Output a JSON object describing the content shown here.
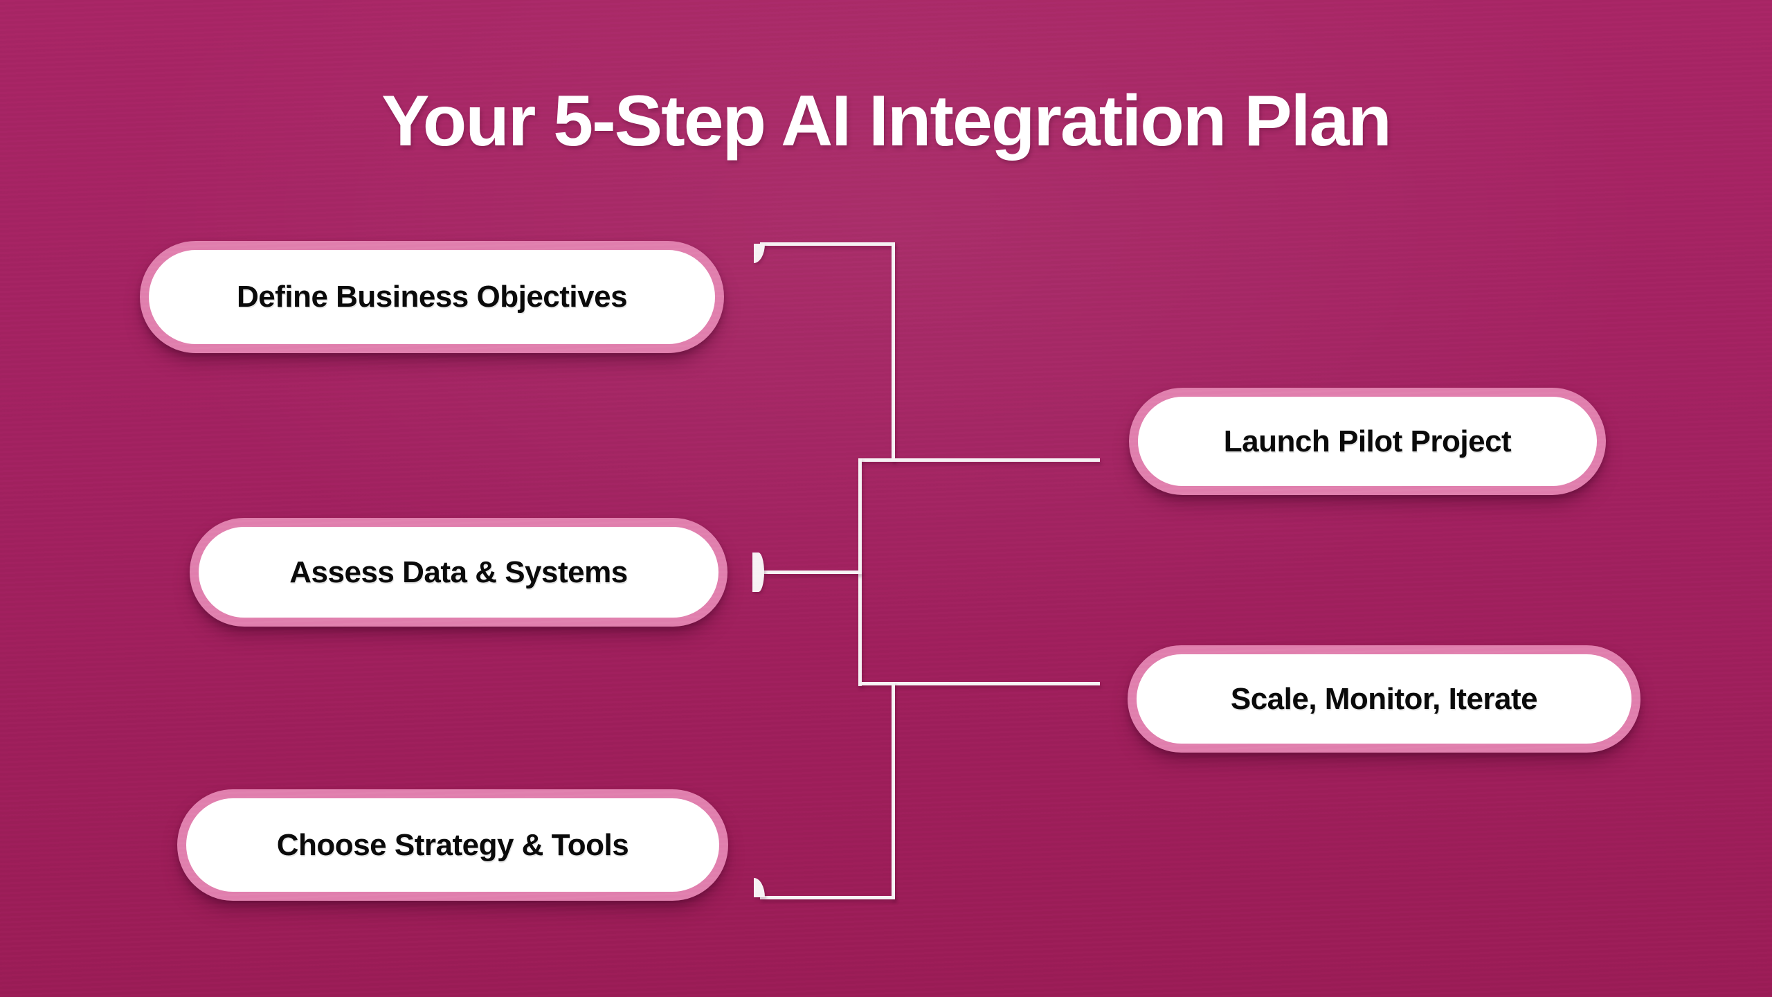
{
  "title": "Your 5-Step AI Integration Plan",
  "diagram": {
    "type": "flowchart",
    "steps": [
      {
        "id": "define-business-objectives",
        "label": "Define Business Objectives",
        "column": "left",
        "order": 1
      },
      {
        "id": "assess-data-systems",
        "label": "Assess Data & Systems",
        "column": "left",
        "order": 2
      },
      {
        "id": "choose-strategy-tools",
        "label": "Choose Strategy & Tools",
        "column": "left",
        "order": 3
      },
      {
        "id": "launch-pilot-project",
        "label": "Launch Pilot Project",
        "column": "right",
        "order": 4
      },
      {
        "id": "scale-monitor-iterate",
        "label": "Scale, Monitor, Iterate",
        "column": "right",
        "order": 5
      }
    ]
  },
  "theme": {
    "background_color": "#a22160",
    "title_color": "#ffffff",
    "pill_fill": "#ffffff",
    "pill_border_color": "#e180ae",
    "pill_text_color": "#0a0a0a",
    "connector_color": "#f7f3f5"
  }
}
